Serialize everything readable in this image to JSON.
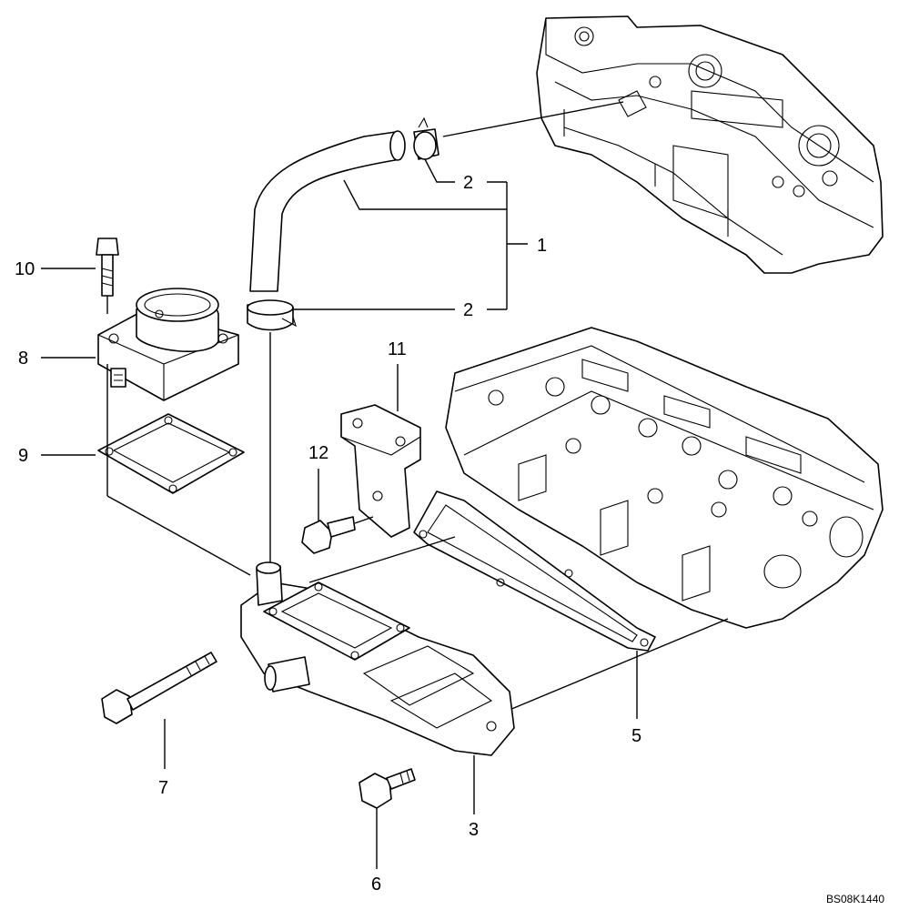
{
  "callouts": {
    "c1": "1",
    "c2a": "2",
    "c2b": "2",
    "c3": "3",
    "c5": "5",
    "c6": "6",
    "c7": "7",
    "c8": "8",
    "c9": "9",
    "c10": "10",
    "c11": "11",
    "c12": "12"
  },
  "drawing_code": "BS08K1440",
  "parts": [
    "hose",
    "hose-clamp",
    "intake-manifold",
    "manifold-gasket",
    "flange-bolt",
    "long-bolt",
    "intake-elbow",
    "elbow-gasket",
    "elbow-bolt",
    "bracket",
    "bracket-bolt",
    "valve-cover",
    "cylinder-head"
  ]
}
